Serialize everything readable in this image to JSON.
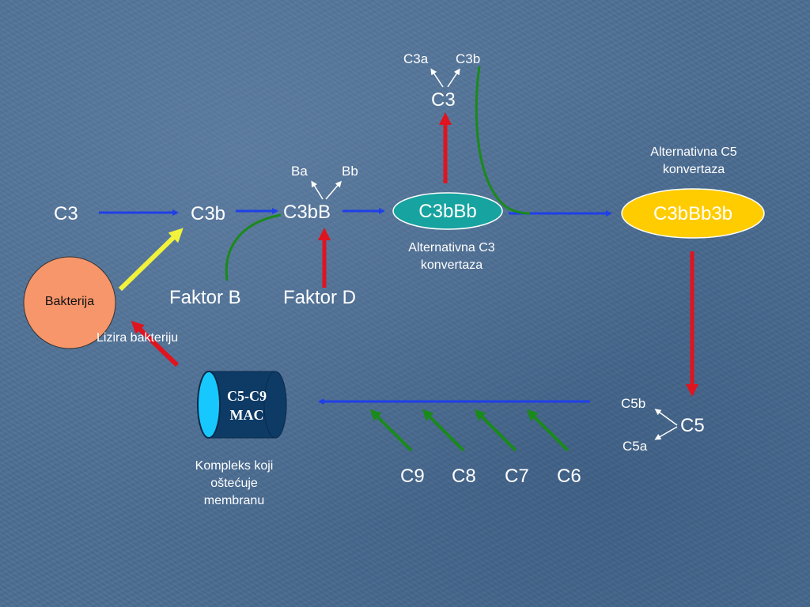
{
  "colors": {
    "background": "#4d6f94",
    "blue_arrow": "#1f3fe8",
    "red_arrow": "#e0141e",
    "yellow_arrow": "#f2f23a",
    "green_line": "#1a8a1a",
    "white_arrow": "#ffffff",
    "c3bbb_node": "#17a3a0",
    "c3bbb3b_node": "#ffcc00",
    "bakterija_node": "#f7966a",
    "mac_cylinder": "#0d3b66",
    "mac_cap": "#17c8ff"
  },
  "nodes": {
    "c3_left": "C3",
    "c3b": "C3b",
    "c3bB": "C3bB",
    "c3bBb": "C3bBb",
    "c3_top": "C3",
    "c3a": "C3a",
    "c3b_top": "C3b",
    "ba": "Ba",
    "bb": "Bb",
    "faktor_b": "Faktor B",
    "faktor_d": "Faktor D",
    "c3bBb3b": "C3bBb3b",
    "c5": "C5",
    "c5b": "C5b",
    "c5a": "C5a",
    "c9": "C9",
    "c8": "C8",
    "c7": "C7",
    "c6": "C6",
    "bakterija": "Bakterija",
    "mac_line1": "C5-C9",
    "mac_line2": "MAC"
  },
  "labels": {
    "alt_c3_line1": "Alternativna C3",
    "alt_c3_line2": "konvertaza",
    "alt_c5_line1": "Alternativna C5",
    "alt_c5_line2": "konvertaza",
    "lizira": "Lizira bakteriju",
    "kompleks_line1": "Kompleks koji",
    "kompleks_line2": "oštećuje",
    "kompleks_line3": "membranu"
  },
  "icons": {
    "flow_arrows": "arrow-icon",
    "cleavage": "fork-arrow-icon",
    "membrane_complex": "cylinder-icon"
  }
}
